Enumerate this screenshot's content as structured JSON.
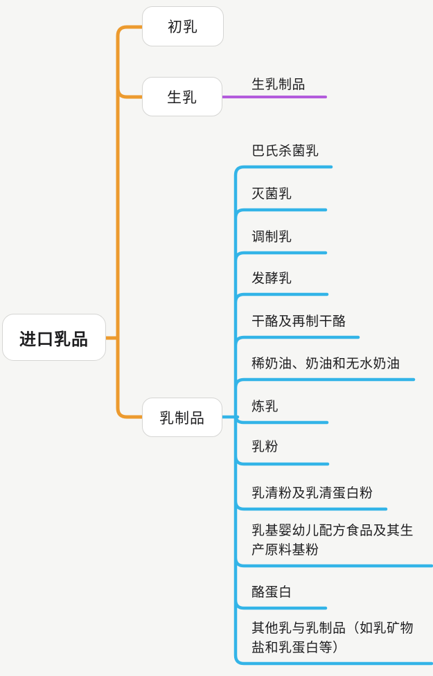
{
  "colors": {
    "orange": "#ec9a2e",
    "purple": "#b35cdc",
    "blue": "#33b4e7",
    "box_border": "#d5d5d3",
    "background": "#f6f6f4",
    "text": "#1d1d1f"
  },
  "root": {
    "label": "进口乳品"
  },
  "branches": {
    "colostrum": {
      "label": "初乳"
    },
    "raw_milk": {
      "label": "生乳",
      "child": {
        "label": "生乳制品"
      }
    },
    "dairy_products": {
      "label": "乳制品",
      "children": [
        {
          "label": "巴氏杀菌乳"
        },
        {
          "label": "灭菌乳"
        },
        {
          "label": "调制乳"
        },
        {
          "label": "发酵乳"
        },
        {
          "label": "干酪及再制干酪"
        },
        {
          "label": "稀奶油、奶油和无水奶油"
        },
        {
          "label": "炼乳"
        },
        {
          "label": "乳粉"
        },
        {
          "label": "乳清粉及乳清蛋白粉"
        },
        {
          "label": "乳基婴幼儿配方食品及其生产原料基粉"
        },
        {
          "label": "酪蛋白"
        },
        {
          "label": "其他乳与乳制品（如乳矿物盐和乳蛋白等）"
        }
      ]
    }
  }
}
